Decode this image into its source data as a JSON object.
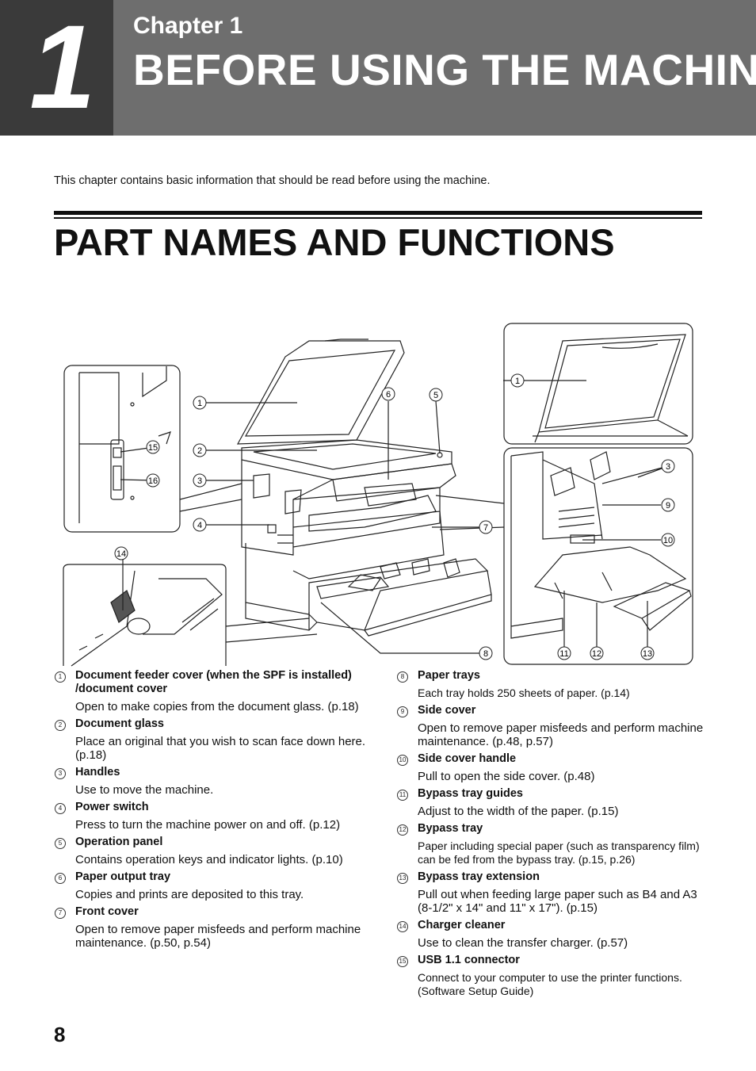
{
  "header": {
    "chapter_number": "1",
    "chapter_label": "Chapter 1",
    "chapter_title": "BEFORE USING THE MACHINE"
  },
  "intro": "This chapter contains basic information that should be read before using the machine.",
  "section_title": "PART NAMES AND FUNCTIONS",
  "figure_callouts": [
    "1",
    "2",
    "3",
    "4",
    "5",
    "6",
    "7",
    "8",
    "9",
    "10",
    "11",
    "12",
    "13",
    "14",
    "15",
    "16"
  ],
  "parts_left": [
    {
      "num": "1",
      "title": "Document feeder cover (when the SPF is installed) /document cover",
      "desc": "Open to make copies from the document glass. (p.18)"
    },
    {
      "num": "2",
      "title": "Document glass",
      "desc": "Place an original that you wish to scan face down here. (p.18)"
    },
    {
      "num": "3",
      "title": "Handles",
      "desc": "Use to move the machine."
    },
    {
      "num": "4",
      "title": "Power switch",
      "desc": "Press to turn the machine power on and off. (p.12)"
    },
    {
      "num": "5",
      "title": "Operation panel",
      "desc": "Contains operation keys and indicator lights. (p.10)"
    },
    {
      "num": "6",
      "title": "Paper output tray",
      "desc": "Copies and prints are deposited to this tray."
    },
    {
      "num": "7",
      "title": "Front cover",
      "desc": "Open to remove paper misfeeds and perform machine maintenance. (p.50, p.54)"
    }
  ],
  "parts_right": [
    {
      "num": "8",
      "title": "Paper trays",
      "desc": "Each tray holds 250 sheets of paper. (p.14)"
    },
    {
      "num": "9",
      "title": "Side cover",
      "desc": "Open to remove paper misfeeds and perform machine maintenance. (p.48, p.57)"
    },
    {
      "num": "10",
      "title": "Side cover handle",
      "desc": "Pull to open the side cover. (p.48)"
    },
    {
      "num": "11",
      "title": "Bypass tray guides",
      "desc": "Adjust to the width of the paper. (p.15)"
    },
    {
      "num": "12",
      "title": "Bypass tray",
      "desc": "Paper including special paper (such as transparency film) can be fed from the bypass tray. (p.15, p.26)"
    },
    {
      "num": "13",
      "title": "Bypass tray extension",
      "desc": "Pull out when feeding large paper such as B4 and A3 (8-1/2\" x 14\" and 11\" x 17\"). (p.15)"
    },
    {
      "num": "14",
      "title": "Charger cleaner",
      "desc": "Use to clean the transfer charger. (p.57)"
    },
    {
      "num": "15",
      "title": "USB 1.1 connector",
      "desc": "Connect to your computer to use the printer functions. (Software Setup Guide)"
    }
  ],
  "page_number": "8"
}
